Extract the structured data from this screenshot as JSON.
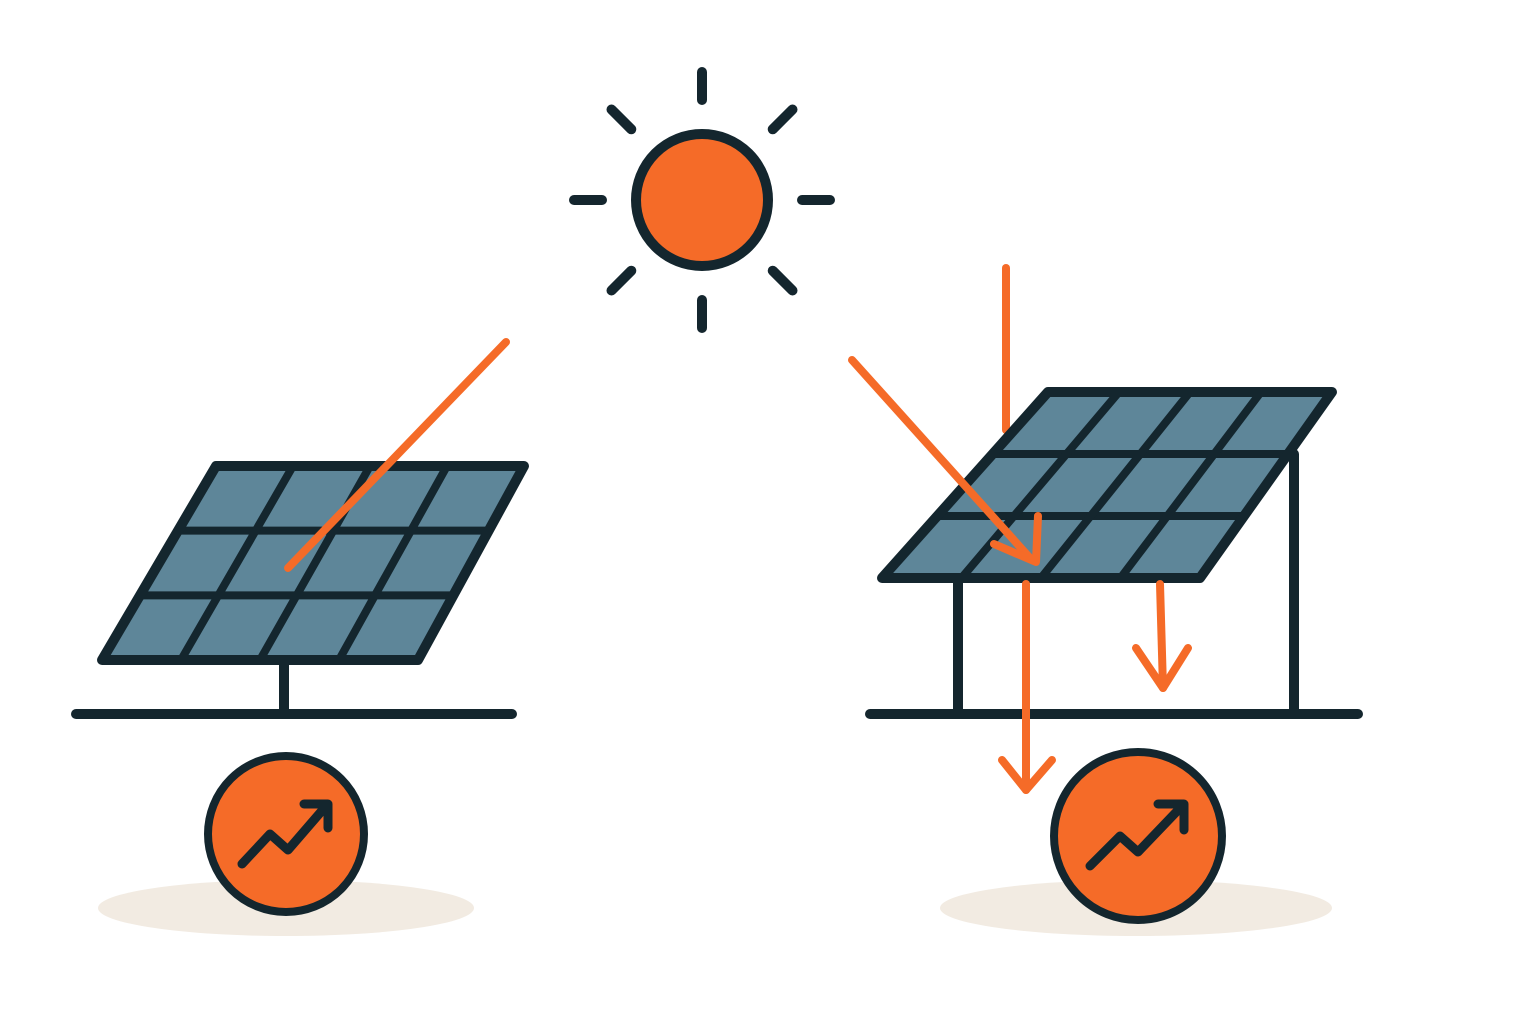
{
  "colors": {
    "background": "#ffffff",
    "outline": "#14262e",
    "panel_fill": "#5e8699",
    "sun_orange": "#f56b28",
    "arrow_orange": "#f56b28",
    "shadow": "#f2ebe2"
  },
  "illustration": {
    "sun": {
      "icon": "sun-icon"
    },
    "left_installation": {
      "panel": {
        "icon": "solar-panel-icon",
        "rows": 3,
        "cols": 4
      },
      "mount": "single-pole",
      "badge": {
        "icon": "trend-up-icon"
      }
    },
    "right_installation": {
      "panel": {
        "icon": "solar-panel-icon",
        "rows": 3,
        "cols": 4
      },
      "mount": "canopy-frame",
      "badge": {
        "icon": "trend-up-icon"
      }
    },
    "light_rays": {
      "count": 4,
      "icon": "light-ray-arrow-icon"
    }
  }
}
